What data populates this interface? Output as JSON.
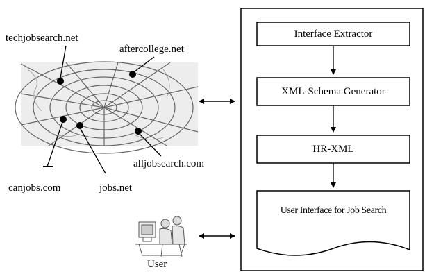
{
  "left_panel": {
    "sites": {
      "techjobsearch": "techjobsearch.net",
      "aftercollege": "aftercollege.net",
      "alljobsearch": "alljobsearch.com",
      "canjobs": "canjobs.com",
      "jobsnet": "jobs.net"
    },
    "user_label": "User"
  },
  "right_panel": {
    "interface_extractor": "Interface Extractor",
    "xml_schema_generator": "XML-Schema Generator",
    "hr_xml": "HR-XML",
    "user_interface": "User Interface for Job Search"
  },
  "colors": {
    "stroke": "#000000",
    "web_gray": "#808080",
    "background": "#ffffff"
  },
  "icons": {
    "web": "spider-web-icon",
    "user": "user-at-computer-icon"
  }
}
